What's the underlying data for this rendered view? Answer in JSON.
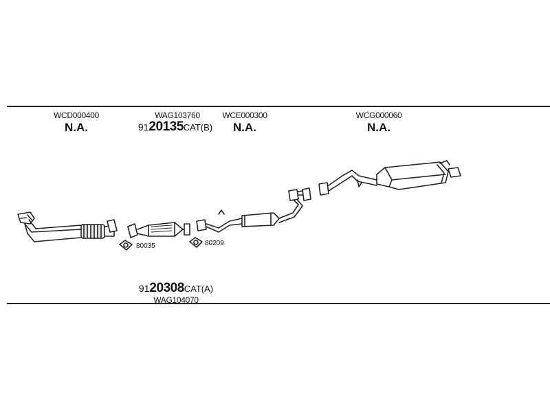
{
  "columns": [
    {
      "code": "WCD000400",
      "status": "N.A."
    },
    {
      "code": "WAG103760",
      "part": {
        "prefix": "91",
        "main": "20135",
        "suffix": "CAT(B)"
      }
    },
    {
      "code": "WCE000300",
      "status": "N.A."
    },
    {
      "code": "WCG000060",
      "status": "N.A."
    }
  ],
  "bottom_part": {
    "prefix": "91",
    "main": "20308",
    "suffix": "CAT(A)",
    "code": "WAG104070"
  },
  "gaskets": [
    {
      "label": "80035"
    },
    {
      "label": "80209"
    }
  ],
  "colors": {
    "line": "#222222",
    "fill": "#ffffff",
    "shade": "#cfcfcf"
  }
}
